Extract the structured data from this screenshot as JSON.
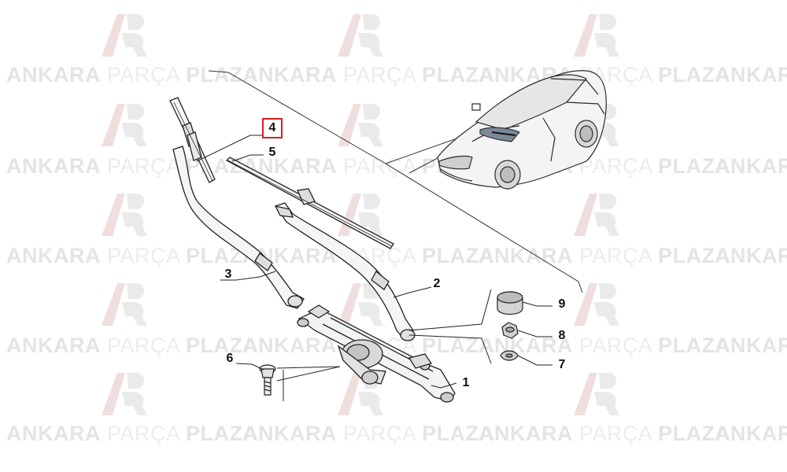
{
  "watermark": {
    "part1": "ANKARA",
    "part2": "PARÇA",
    "part3": "PLAZA",
    "edge": "ANKAR"
  },
  "colors": {
    "watermark": "#e4e4e4",
    "line": "#222222",
    "highlight": "#d42020",
    "car_body": "#f2f2f2",
    "highlight_fill": "#7a8a99"
  },
  "callouts": {
    "c1": "1",
    "c2": "2",
    "c3": "3",
    "c4": "4",
    "c5": "5",
    "c6": "6",
    "c7": "7",
    "c8": "8",
    "c9": "9"
  },
  "highlighted_callout": "4"
}
